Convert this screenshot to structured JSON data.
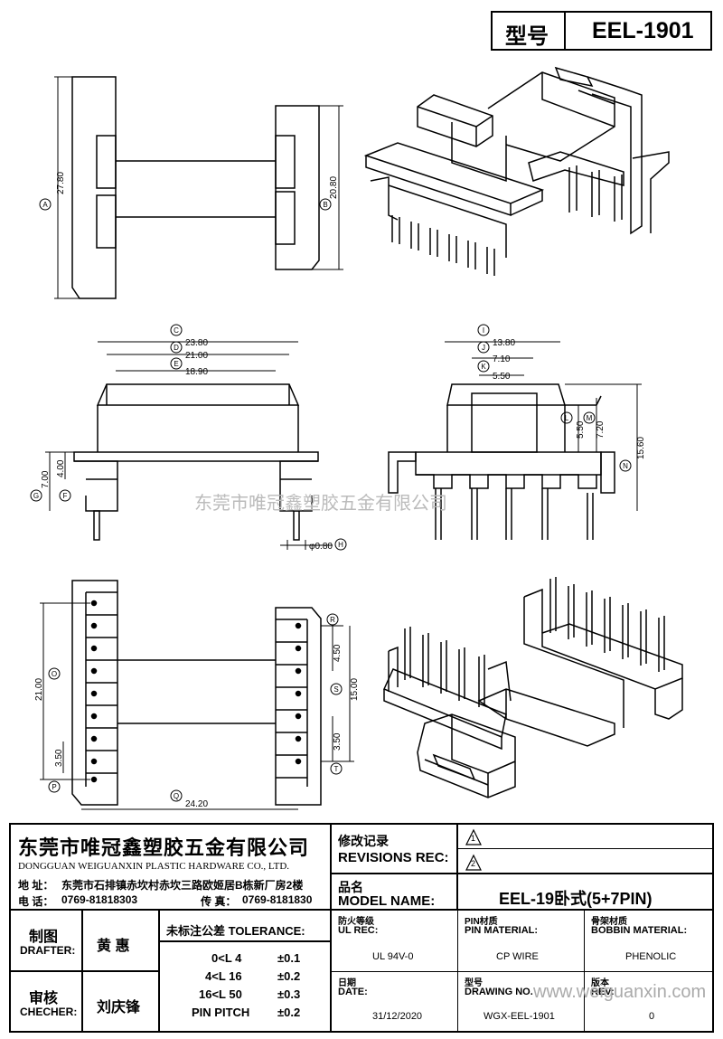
{
  "header": {
    "model_label": "型号",
    "model_value": "EEL-1901"
  },
  "dimensions": {
    "A": {
      "letter": "A",
      "value": "27.80"
    },
    "B": {
      "letter": "B",
      "value": "20.80"
    },
    "C": {
      "letter": "C",
      "value": "23.80"
    },
    "D": {
      "letter": "D",
      "value": "21.00"
    },
    "E": {
      "letter": "E",
      "value": "18.90"
    },
    "F": {
      "letter": "F",
      "value": "4.00"
    },
    "G": {
      "letter": "G",
      "value": "7.00"
    },
    "H": {
      "letter": "H",
      "value": "φ0.80"
    },
    "I": {
      "letter": "I",
      "value": "13.80"
    },
    "J": {
      "letter": "J",
      "value": "7.10"
    },
    "K": {
      "letter": "K",
      "value": "5.50"
    },
    "L": {
      "letter": "L",
      "value": "5.50"
    },
    "M": {
      "letter": "M",
      "value": "7.20"
    },
    "N": {
      "letter": "N",
      "value": "15.60"
    },
    "O": {
      "letter": "O",
      "value": "21.00"
    },
    "P": {
      "letter": "P",
      "value": "3.50"
    },
    "Q": {
      "letter": "Q",
      "value": "24.20"
    },
    "R": {
      "letter": "R",
      "value": "4.50"
    },
    "S": {
      "letter": "S",
      "value": "15.00"
    },
    "T": {
      "letter": "T",
      "value": "3.50"
    }
  },
  "watermarks": {
    "center": "东莞市唯冠鑫塑胶五金有限公司",
    "bottom": "www.weiguanxin.com"
  },
  "title_block": {
    "company_cn": "东莞市唯冠鑫塑胶五金有限公司",
    "company_en": "DONGGUAN WEIGUANXIN PLASTIC HARDWARE CO., LTD.",
    "address_label": "地  址：",
    "address": "东莞市石排镇赤坎村赤坎三路欧姬居B栋新厂房2楼",
    "phone_label": "电  话：",
    "phone": "0769-81818303",
    "fax_label": "传  真：",
    "fax": "0769-8181830",
    "revisions_cn": "修改记录",
    "revisions_en": "REVISIONS REC:",
    "rev1": "1",
    "rev2": "2",
    "model_name_cn": "品名",
    "model_name_en": "MODEL NAME:",
    "model_name_value": "EEL-19卧式(5+7PIN)",
    "drafter_cn": "制图",
    "drafter_en": "DRAFTER:",
    "drafter_name": "黄  惠",
    "checker_cn": "审核",
    "checker_en": "CHECHER:",
    "checker_name": "刘庆锋",
    "tolerance_title": "未标注公差 TOLERANCE:",
    "tolerance_rows": [
      {
        "range": "0<L   4",
        "value": "±0.1"
      },
      {
        "range": "4<L   16",
        "value": "±0.2"
      },
      {
        "range": "16<L   50",
        "value": "±0.3"
      },
      {
        "range": "PIN PITCH",
        "value": "±0.2"
      }
    ],
    "ul_cn": "防火等级",
    "ul_en": "UL REC:",
    "ul_value": "UL 94V-0",
    "pin_cn": "PIN材质",
    "pin_en": "PIN MATERIAL:",
    "pin_value": "CP WIRE",
    "bobbin_cn": "骨架材质",
    "bobbin_en": "BOBBIN MATERIAL:",
    "bobbin_value": "PHENOLIC",
    "date_cn": "日期",
    "date_en": "DATE:",
    "date_value": "31/12/2020",
    "drawing_cn": "型号",
    "drawing_en": "DRAWING NO.",
    "drawing_value": "WGX-EEL-1901",
    "rev_cn": "版本",
    "rev_en": "REV:",
    "rev_value": "0"
  }
}
